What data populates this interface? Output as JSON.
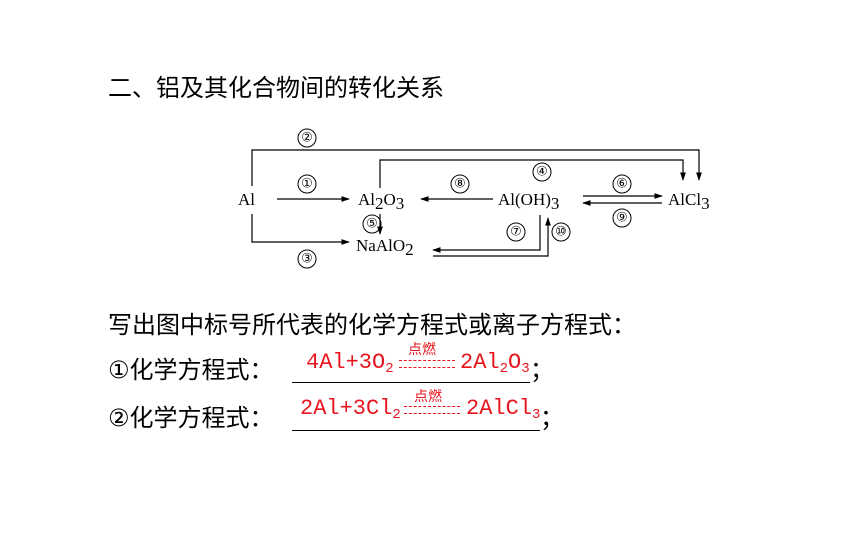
{
  "heading": "二、铝及其化合物间的转化关系",
  "diagram": {
    "nodes": {
      "al": "Al",
      "al2o3": [
        "Al",
        "2",
        "O",
        "3"
      ],
      "aloh3": [
        "Al(OH)",
        "3"
      ],
      "alcl3": [
        "AlCl",
        "3"
      ],
      "naalo2": [
        "NaAlO",
        "2"
      ]
    },
    "labels": {
      "n1": "①",
      "n2": "②",
      "n3": "③",
      "n4": "④",
      "n5": "⑤",
      "n6": "⑥",
      "n7": "⑦",
      "n8": "⑧",
      "n9": "⑨",
      "n10": "⑩"
    }
  },
  "question": "写出图中标号所代表的化学方程式或离子方程式：",
  "equations": [
    {
      "label": "①化学方程式：",
      "reactants": [
        "4Al+3O",
        "2"
      ],
      "condition": "点燃",
      "products": [
        "2Al",
        "2",
        "O",
        "3"
      ],
      "end": "；"
    },
    {
      "label": "②化学方程式：",
      "reactants": [
        "2Al+3Cl",
        "2"
      ],
      "condition": "点燃",
      "products": [
        "2AlCl",
        "3"
      ],
      "end": "；"
    }
  ]
}
